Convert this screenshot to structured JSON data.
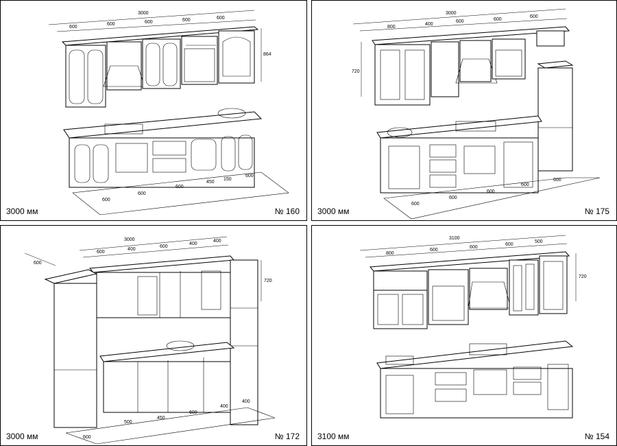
{
  "panels": [
    {
      "id": "p1",
      "size_label": "3000 мм",
      "number_label": "№ 160",
      "top_dims": [
        "3000",
        "600",
        "600",
        "600",
        "600",
        "600"
      ],
      "height_dim": "864",
      "bottom_dims": [
        "600",
        "600",
        "600",
        "450",
        "150",
        "600"
      ]
    },
    {
      "id": "p2",
      "size_label": "3000 мм",
      "number_label": "№ 175",
      "top_dims": [
        "3000",
        "800",
        "400",
        "600",
        "600",
        "600"
      ],
      "height_dim": "720",
      "bottom_dims": [
        "600",
        "600",
        "600",
        "600",
        "600"
      ]
    },
    {
      "id": "p3",
      "size_label": "3000 мм",
      "number_label": "№ 172",
      "top_dims": [
        "3000",
        "600",
        "400",
        "600",
        "400",
        "400"
      ],
      "side_dim": "600",
      "height_dim": "720",
      "bottom_dims": [
        "600",
        "500",
        "450",
        "600",
        "400",
        "400"
      ]
    },
    {
      "id": "p4",
      "size_label": "3100 мм",
      "number_label": "№ 154",
      "top_dims": [
        "3100",
        "800",
        "600",
        "600",
        "600",
        "500"
      ],
      "height_dim": "720",
      "bottom_dims": []
    }
  ]
}
